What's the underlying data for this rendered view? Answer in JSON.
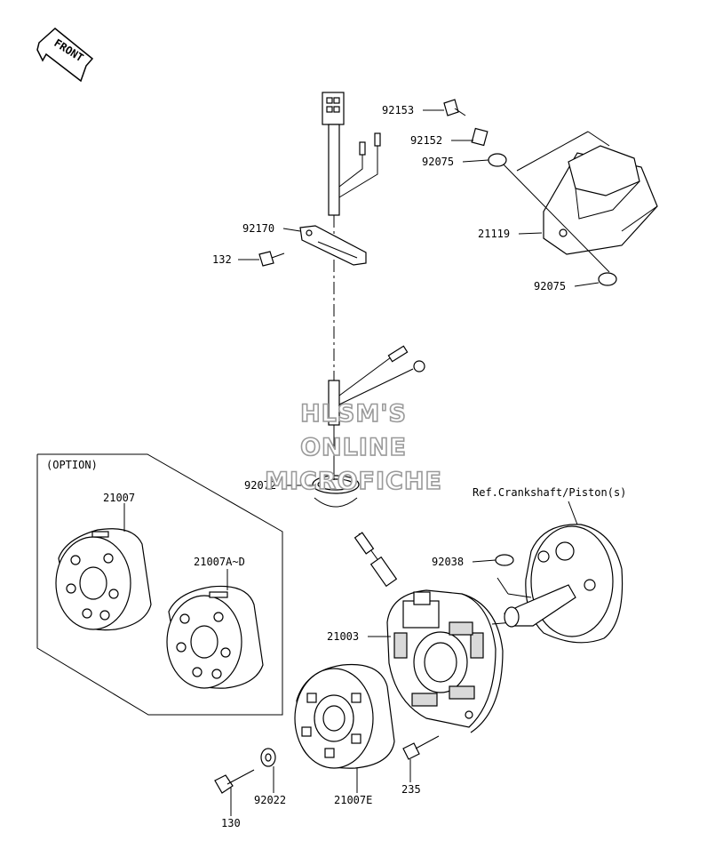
{
  "front_arrow": {
    "label": "FRONT"
  },
  "watermark": {
    "line1": "HLSM'S",
    "line2": "ONLINE",
    "line3": "MICROFICHE"
  },
  "option_box": {
    "title": "(OPTION)"
  },
  "reference": {
    "text": "Ref.Crankshaft/Piston(s)"
  },
  "part_numbers": {
    "p92153": "92153",
    "p92152": "92152",
    "p92075_top": "92075",
    "p21119": "21119",
    "p92075_bottom": "92075",
    "p92170": "92170",
    "p132": "132",
    "p92072": "92072",
    "p21007": "21007",
    "p21007A_D": "21007A~D",
    "p92038": "92038",
    "p21003": "21003",
    "p130": "130",
    "p92022": "92022",
    "p21007E": "21007E",
    "p235": "235"
  },
  "colors": {
    "line": "#000000",
    "part_fill": "#ffffff",
    "shade": "#d9d9d9",
    "watermark_outline": "#9a9a9a"
  }
}
